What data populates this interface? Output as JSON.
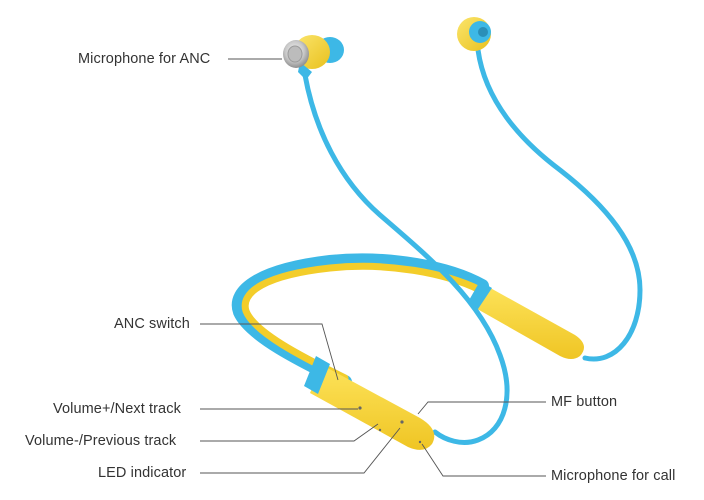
{
  "diagram": {
    "colors": {
      "cable_blue": "#3db8e6",
      "body_yellow": "#f7d83a",
      "leader_line": "#555555",
      "label_text": "#333333"
    },
    "labels": {
      "mic_anc": "Microphone for ANC",
      "anc_switch": "ANC switch",
      "volume_up": "Volume+/Next track",
      "volume_down": "Volume-/Previous track",
      "led": "LED indicator",
      "mf_button": "MF button",
      "mic_call": "Microphone for call"
    }
  }
}
